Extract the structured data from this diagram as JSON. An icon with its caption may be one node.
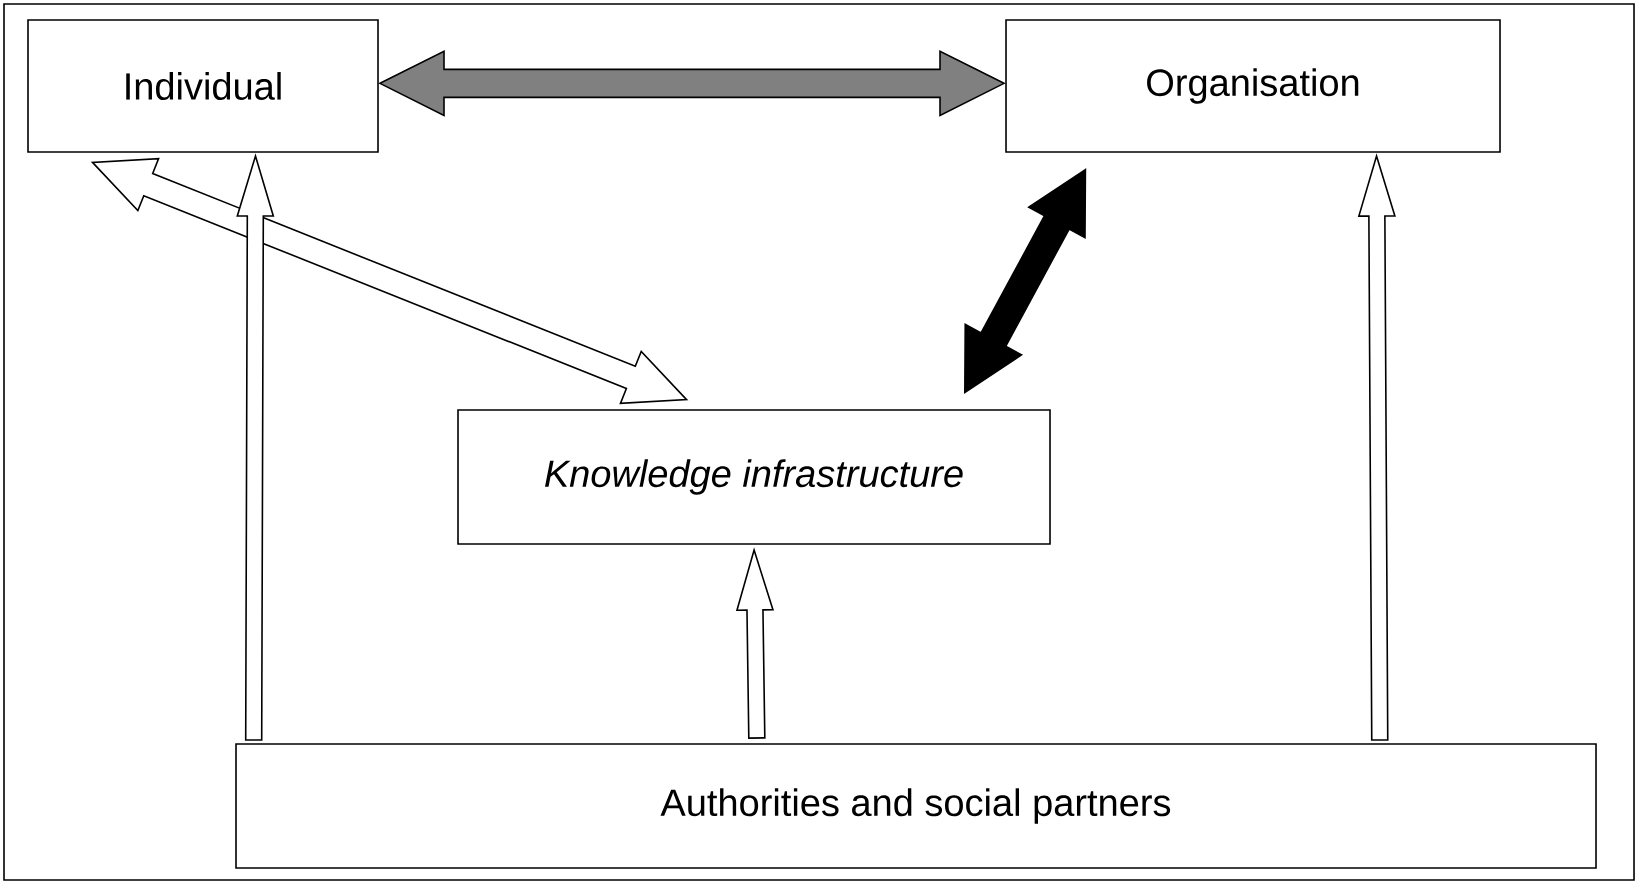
{
  "diagram": {
    "nodes": [
      {
        "text": [
          "Individual"
        ]
      },
      {
        "text": [
          "Organisation"
        ]
      },
      {
        "text": [
          "Knowledge infrastructure"
        ]
      },
      {
        "text": [
          "Authorities and social partners"
        ]
      }
    ],
    "edges": [
      {
        "from": 0,
        "to": 1,
        "arrow": "both",
        "color": "#808080"
      },
      {
        "from": 0,
        "to": 2,
        "arrow": "both"
      },
      {
        "from": 1,
        "to": 2,
        "arrow": "both",
        "color": "#000000"
      },
      {
        "from": 3,
        "to": 0,
        "arrow": "to"
      },
      {
        "from": 3,
        "to": 2,
        "arrow": "to"
      },
      {
        "from": 3,
        "to": 1,
        "arrow": "to"
      }
    ]
  }
}
